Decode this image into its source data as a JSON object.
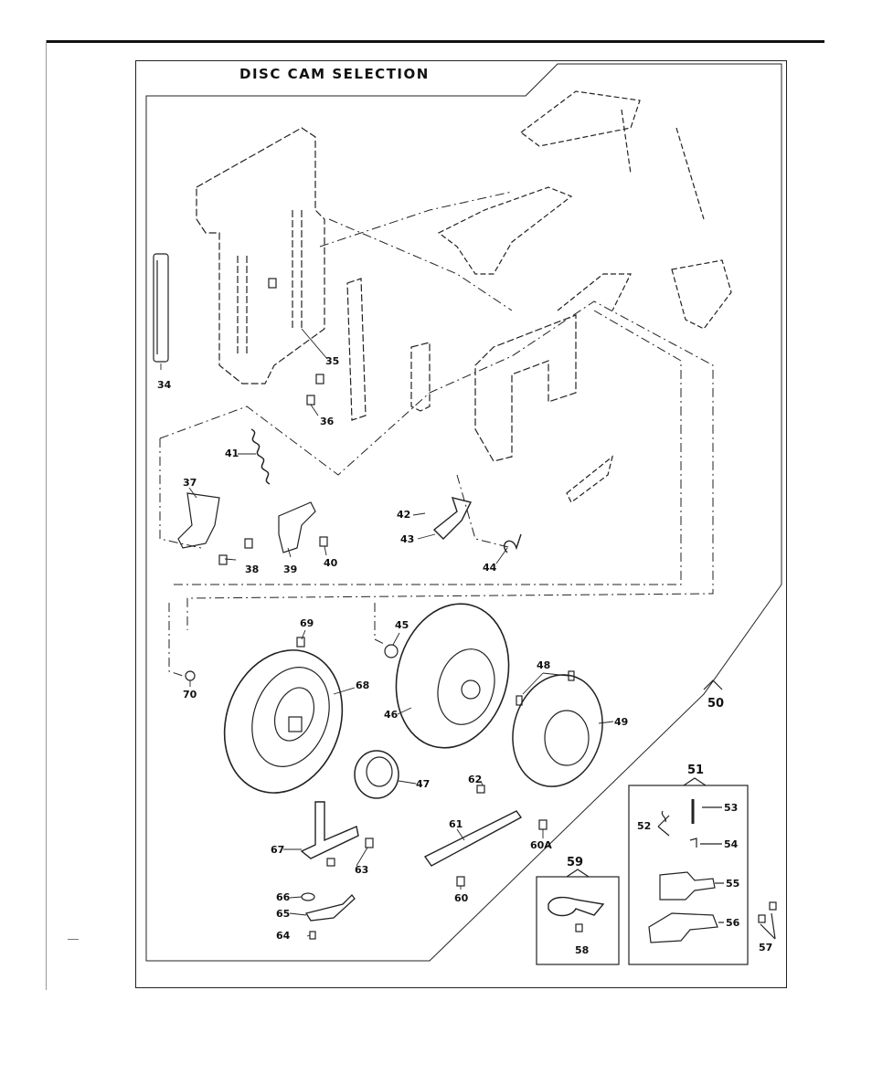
{
  "title": "DISC CAM SELECTION",
  "callouts": {
    "c34": "34",
    "c35": "35",
    "c36": "36",
    "c37": "37",
    "c38": "38",
    "c39": "39",
    "c40": "40",
    "c41": "41",
    "c42": "42",
    "c43": "43",
    "c44": "44",
    "c45": "45",
    "c46": "46",
    "c47": "47",
    "c48": "48",
    "c49": "49",
    "c50": "50",
    "c51": "51",
    "c52": "52",
    "c53": "53",
    "c54": "54",
    "c55": "55",
    "c56": "56",
    "c57": "57",
    "c58": "58",
    "c59": "59",
    "c60": "60",
    "c60a": "60A",
    "c61": "61",
    "c62": "62",
    "c63": "63",
    "c64": "64",
    "c65": "65",
    "c66": "66",
    "c67": "67",
    "c68": "68",
    "c69": "69",
    "c70": "70"
  }
}
